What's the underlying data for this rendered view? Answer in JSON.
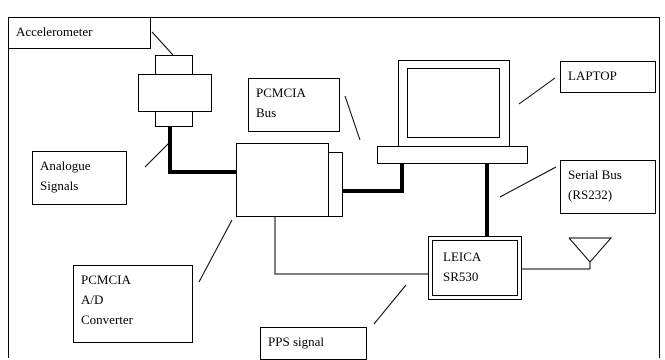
{
  "labels": {
    "accelerometer": "Accelerometer",
    "analogue_signals": "Analogue\nSignals",
    "pcmcia_bus": "PCMCIA\nBus",
    "laptop": "LAPTOP",
    "serial_bus": "Serial Bus\n(RS232)",
    "pcmcia_converter": "PCMCIA\nA/D\nConverter",
    "leica": "LEICA\nSR530",
    "pps_signal": "PPS signal"
  }
}
